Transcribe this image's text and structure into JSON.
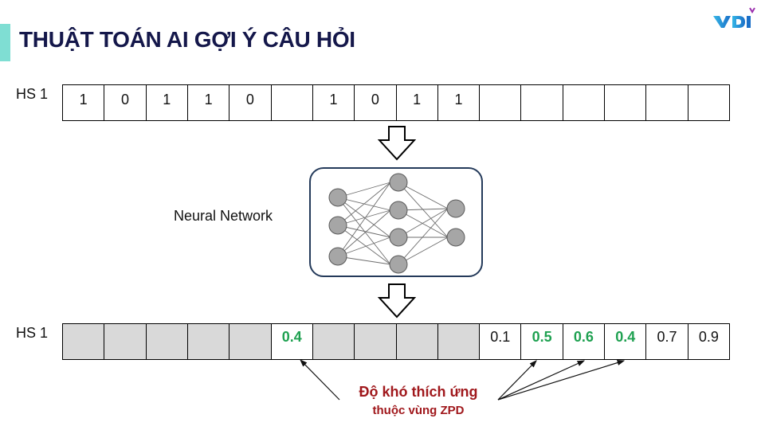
{
  "title": "THUẬT TOÁN AI GỢI Ý CÂU HỎI",
  "logo": {
    "text": "VDI",
    "icon": "vdi-logo-icon",
    "colors": {
      "primary": "#1a8fd6",
      "accent": "#9b2fae"
    }
  },
  "colors": {
    "accent_bar": "#7fded3",
    "title": "#14174a",
    "zpd_value": "#1fa151",
    "caption": "#a0181c",
    "shaded_cell": "#d9d9d9"
  },
  "input_row": {
    "label": "HS 1",
    "cells": [
      "1",
      "0",
      "1",
      "1",
      "0",
      "",
      "1",
      "0",
      "1",
      "1",
      "",
      "",
      "",
      "",
      "",
      ""
    ]
  },
  "model": {
    "label": "Neural Network",
    "icon": "neural-network-icon",
    "layers": [
      3,
      4,
      2
    ]
  },
  "output_row": {
    "label": "HS 1",
    "cells": [
      {
        "value": "",
        "shaded": true,
        "zpd": false
      },
      {
        "value": "",
        "shaded": true,
        "zpd": false
      },
      {
        "value": "",
        "shaded": true,
        "zpd": false
      },
      {
        "value": "",
        "shaded": true,
        "zpd": false
      },
      {
        "value": "",
        "shaded": true,
        "zpd": false
      },
      {
        "value": "0.4",
        "shaded": false,
        "zpd": true
      },
      {
        "value": "",
        "shaded": true,
        "zpd": false
      },
      {
        "value": "",
        "shaded": true,
        "zpd": false
      },
      {
        "value": "",
        "shaded": true,
        "zpd": false
      },
      {
        "value": "",
        "shaded": true,
        "zpd": false
      },
      {
        "value": "0.1",
        "shaded": false,
        "zpd": false
      },
      {
        "value": "0.5",
        "shaded": false,
        "zpd": true
      },
      {
        "value": "0.6",
        "shaded": false,
        "zpd": true
      },
      {
        "value": "0.4",
        "shaded": false,
        "zpd": true
      },
      {
        "value": "0.7",
        "shaded": false,
        "zpd": false
      },
      {
        "value": "0.9",
        "shaded": false,
        "zpd": false
      }
    ]
  },
  "caption": {
    "line1": "Độ khó thích ứng",
    "line2": "thuộc vùng ZPD"
  }
}
